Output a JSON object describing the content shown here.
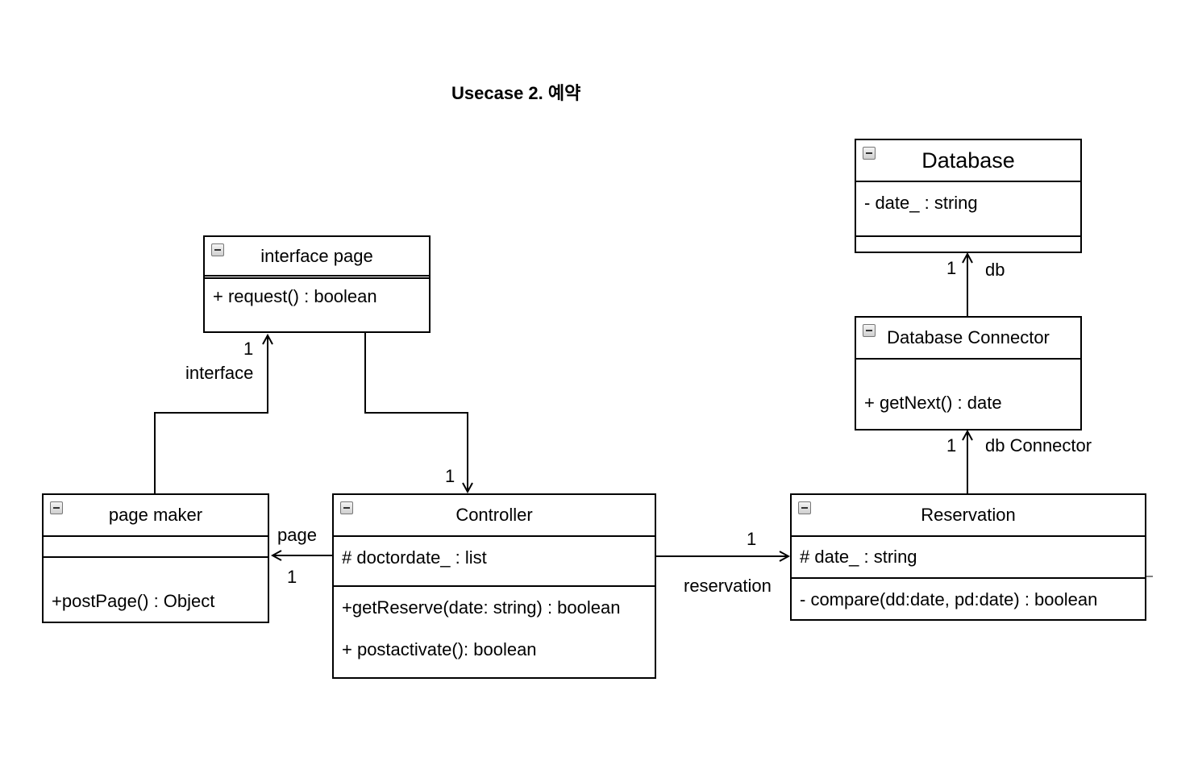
{
  "title": "Usecase 2. 예약",
  "classes": {
    "interface_page": {
      "name": "interface page",
      "methods": [
        "+ request() : boolean"
      ]
    },
    "page_maker": {
      "name": "page maker",
      "methods": [
        "+postPage() : Object"
      ]
    },
    "controller": {
      "name": "Controller",
      "attributes": [
        "# doctordate_ : list"
      ],
      "methods": [
        "+getReserve(date: string) : boolean",
        "+ postactivate(): boolean"
      ]
    },
    "reservation": {
      "name": "Reservation",
      "attributes": [
        "# date_ : string"
      ],
      "methods": [
        "- compare(dd:date, pd:date) : boolean"
      ]
    },
    "database_connector": {
      "name": "Database Connector",
      "methods": [
        "+ getNext() : date"
      ]
    },
    "database": {
      "name": "Database",
      "attributes": [
        "- date_ :  string"
      ]
    }
  },
  "associations": {
    "interface": {
      "role": "interface",
      "multiplicity": "1"
    },
    "controller_end": {
      "multiplicity": "1"
    },
    "page": {
      "role": "page",
      "multiplicity": "1"
    },
    "reservation": {
      "role": "reservation",
      "multiplicity": "1"
    },
    "db_connector": {
      "role": "db Connector",
      "multiplicity": "1"
    },
    "db": {
      "role": "db",
      "multiplicity": "1"
    }
  }
}
